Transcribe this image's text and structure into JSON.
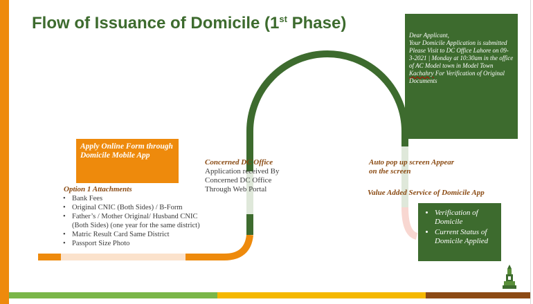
{
  "title": {
    "main": "Flow of Issuance of Domicile (1",
    "sup": "st",
    "tail": " Phase)"
  },
  "colors": {
    "green": "#3d6b2e",
    "orange": "#ee8a0c",
    "brown": "#8a4a12",
    "light_green": "#dfe8da",
    "peach": "#fbe2cc",
    "pink": "#f8d7d1",
    "bar_green": "#7ab648",
    "bar_yellow": "#f5b800",
    "bar_brown": "#8c4a14"
  },
  "apply_box": {
    "text": "Apply Online Form through Domicile Mobile App"
  },
  "attachments": {
    "heading": "Option 1 Attachments",
    "items": [
      "Bank Fees",
      "Original CNIC (Both Sides) / B-Form",
      "Father’s / Mother Original/ Husband  CNIC (Both Sides) (one year for the same district)",
      "Matric Result Card Same District",
      "Passport Size Photo"
    ]
  },
  "dc_office": {
    "heading": "Concerned DC Office",
    "text": "Application received By Concerned DC Office Through Web Portal"
  },
  "message_box": {
    "line1": "Dear Applicant,",
    "line2": "Your Domicile Application is submitted Please Visit to DC Office Lahore on 09-3-2021 | Monday  at 10:30am in the office of AC Model town in Model Town ",
    "underlined": "Kachahry",
    "line3": " For Verification of Original Documents"
  },
  "popup": {
    "heading": "Auto pop up screen Appear on the screen"
  },
  "vas": {
    "heading": "Value Added Service of Domicile App",
    "items": [
      "Verification of Domicile",
      "Current Status of Domicile Applied"
    ]
  },
  "logo": {
    "icon": "government-building-logo-icon"
  }
}
